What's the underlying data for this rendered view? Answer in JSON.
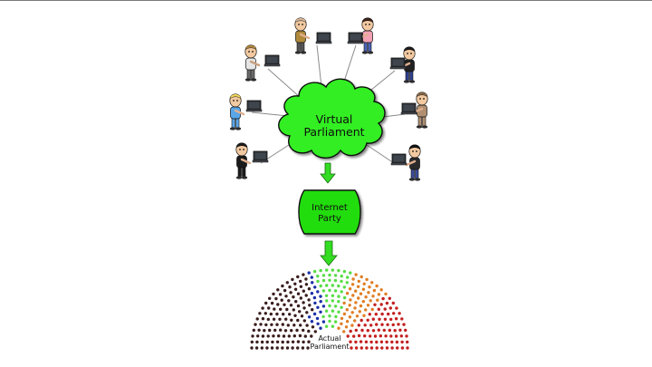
{
  "cloud_label_line1": "Virtual",
  "cloud_label_line2": "Parliament",
  "party_label_line1": "Internet",
  "party_label_line2": "Party",
  "parliament_label_line1": "Actual",
  "parliament_label_line2": "Parliament",
  "colors": {
    "cloud_fill": "#33ee22",
    "party_fill": "#22dd11",
    "arrow_fill": "#33dd22",
    "seat_brown": "#3a1d1d",
    "seat_blue": "#1a2fa8",
    "seat_green": "#55dd44",
    "seat_orange": "#e07d22",
    "seat_red": "#c42020"
  },
  "users": [
    {
      "name": "bald-man",
      "shirt": "#b08a3a",
      "pants": "#555555",
      "hair": "#d9b89a"
    },
    {
      "name": "woman-dark-hair",
      "shirt": "#f2a0b4",
      "pants": "#4a63b8",
      "hair": "#3b2418"
    },
    {
      "name": "blond-man",
      "shirt": "#e6e6e6",
      "pants": "#6a6a6a",
      "hair": "#b58a40"
    },
    {
      "name": "biker-man",
      "shirt": "#222222",
      "pants": "#2f3f8f",
      "hair": "#1b1b1b"
    },
    {
      "name": "blonde-woman",
      "shirt": "#5aa6e8",
      "pants": "#5aa6e8",
      "hair": "#f0d75a"
    },
    {
      "name": "lady-with-hat",
      "shirt": "#b09070",
      "pants": "#b09070",
      "hair": "#8a6a4a"
    },
    {
      "name": "bearded-man",
      "shirt": "#1b1b1b",
      "pants": "#1b1b1b",
      "hair": "#1b1b1b"
    },
    {
      "name": "goth-man",
      "shirt": "#2a2a2a",
      "pants": "#3a4a9a",
      "hair": "#111111"
    }
  ]
}
